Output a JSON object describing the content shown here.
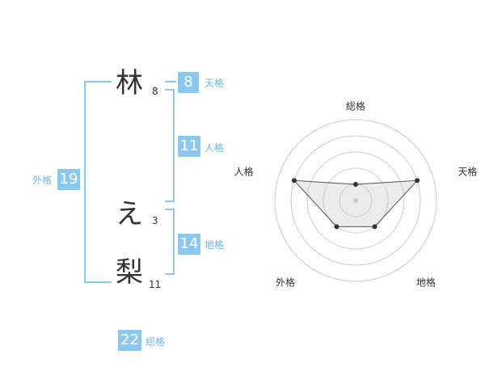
{
  "name_chars": [
    {
      "char": "林",
      "strokes": "8"
    },
    {
      "char": "え",
      "strokes": "3"
    },
    {
      "char": "梨",
      "strokes": "11"
    }
  ],
  "fortunes": {
    "tenkaku": {
      "value": "8",
      "label": "天格"
    },
    "jinkaku": {
      "value": "11",
      "label": "人格"
    },
    "chikaku": {
      "value": "14",
      "label": "地格"
    },
    "gaikaku": {
      "value": "19",
      "label": "外格"
    },
    "soukaku": {
      "value": "22",
      "label": "総格"
    }
  },
  "colors": {
    "accent": "#8cc8ee",
    "label": "#6bb8e8",
    "text": "#333333"
  },
  "chart_data": {
    "type": "radar",
    "axes": [
      "総格",
      "天格",
      "地格",
      "外格",
      "人格"
    ],
    "values": [
      1,
      4,
      2,
      2,
      4
    ],
    "max": 5,
    "rings": 5
  }
}
